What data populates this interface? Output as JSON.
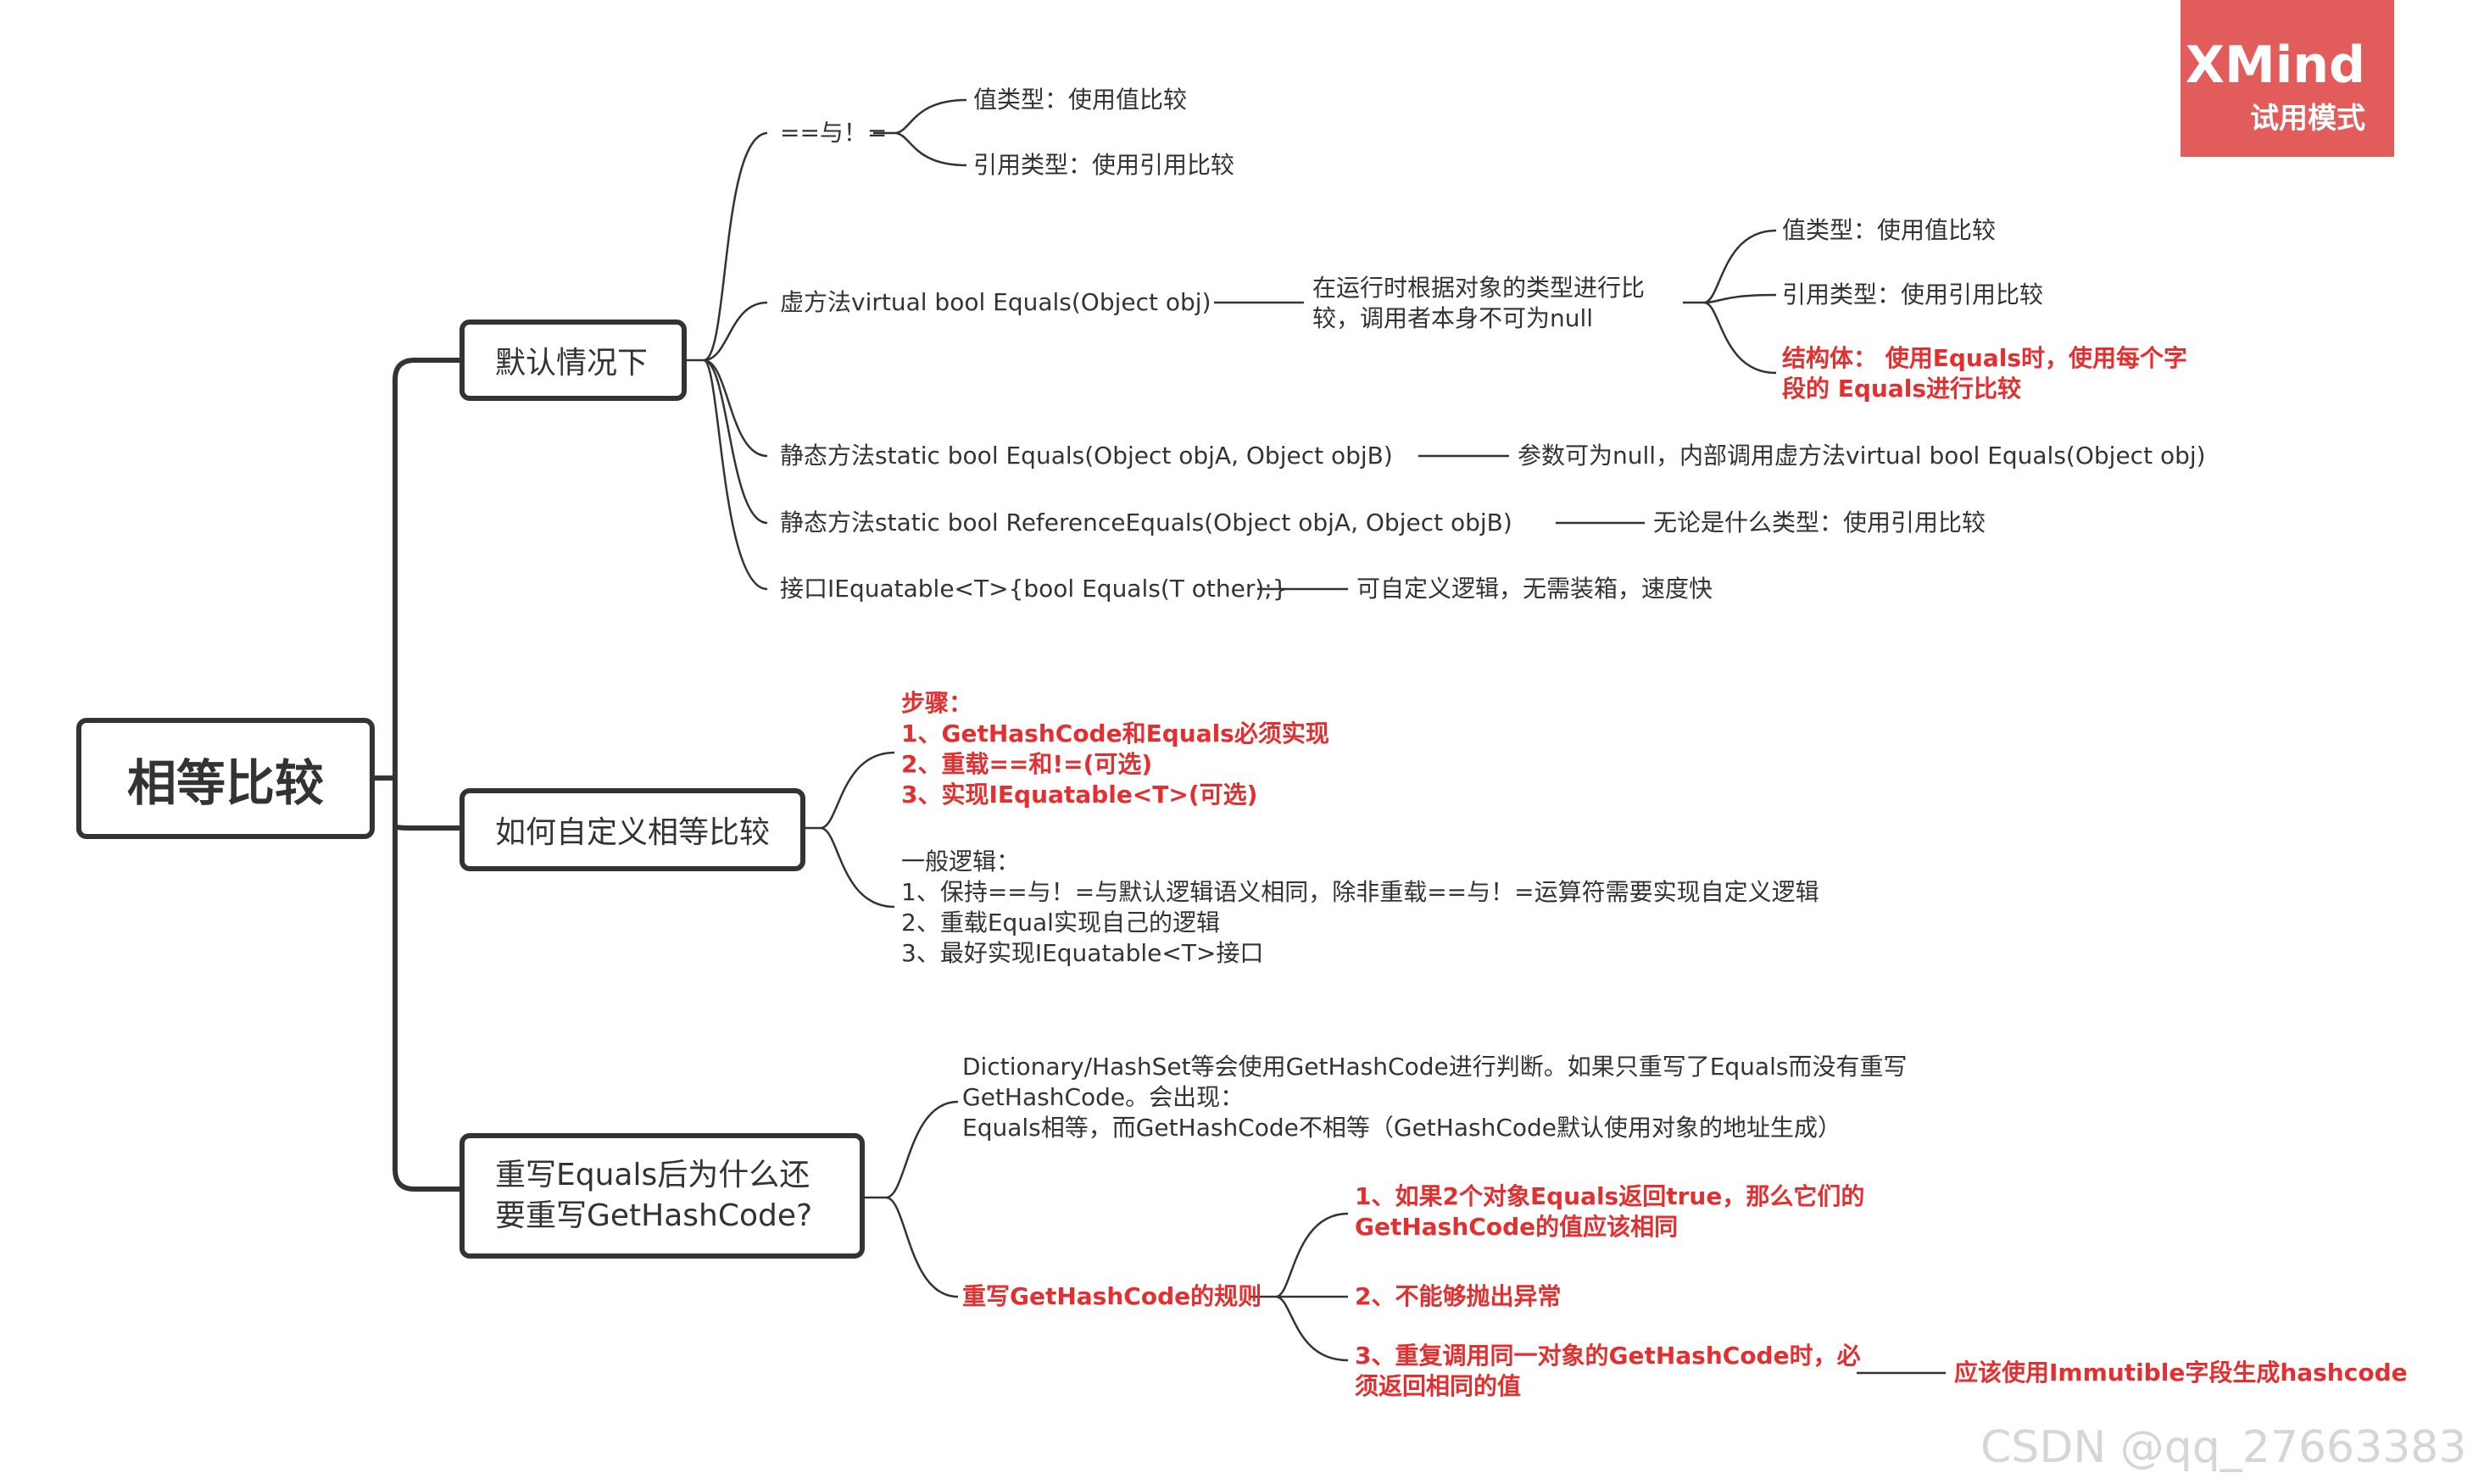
{
  "root": "相等比较",
  "logo": {
    "title": "XMind",
    "subtitle": "试用模式"
  },
  "watermark": "CSDN @qq_27663383",
  "branch1": {
    "title": "默认情况下",
    "eq_op": {
      "label": "==与！=",
      "value_type": "值类型：使用值比较",
      "ref_type": "引用类型：使用引用比较"
    },
    "virtual": {
      "label": "虚方法virtual bool Equals(Object obj)",
      "desc_line1": "在运行时根据对象的类型进行比",
      "desc_line2": "较，调用者本身不可为null",
      "value_type": "值类型：使用值比较",
      "ref_type": "引用类型：使用引用比较",
      "struct_line1": "结构体： 使用Equals时，使用每个字",
      "struct_line2": "段的 Equals进行比较"
    },
    "static_equals": {
      "label": "静态方法static bool Equals(Object objA, Object objB)",
      "desc": "参数可为null，内部调用虚方法virtual bool Equals(Object obj)"
    },
    "static_ref": {
      "label": "静态方法static bool ReferenceEquals(Object objA, Object objB)",
      "desc": "无论是什么类型：使用引用比较"
    },
    "iequatable": {
      "label": "接口IEquatable<T>{bool Equals(T other);}",
      "desc": "可自定义逻辑，无需装箱，速度快"
    }
  },
  "branch2": {
    "title": "如何自定义相等比较",
    "steps": [
      "步骤：",
      "1、GetHashCode和Equals必须实现",
      "2、重载==和!=(可选)",
      "3、实现IEquatable<T>(可选)"
    ],
    "general": [
      "一般逻辑：",
      "1、保持==与！=与默认逻辑语义相同，除非重载==与！=运算符需要实现自定义逻辑",
      "2、重载Equal实现自己的逻辑",
      "3、最好实现IEquatable<T>接口"
    ]
  },
  "branch3": {
    "title_line1": "重写Equals后为什么还",
    "title_line2": "要重写GetHashCode?",
    "explain": [
      "Dictionary/HashSet等会使用GetHashCode进行判断。如果只重写了Equals而没有重写",
      "GetHashCode。会出现：",
      "Equals相等，而GetHashCode不相等（GetHashCode默认使用对象的地址生成）"
    ],
    "rules_label": "重写GetHashCode的规则",
    "rule1_line1": "1、如果2个对象Equals返回true，那么它们的",
    "rule1_line2": "GetHashCode的值应该相同",
    "rule2": "2、不能够抛出异常",
    "rule3_line1": "3、重复调用同一对象的GetHashCode时，必",
    "rule3_line2": "须返回相同的值",
    "rule3_note": "应该使用Immutible字段生成hashcode"
  }
}
